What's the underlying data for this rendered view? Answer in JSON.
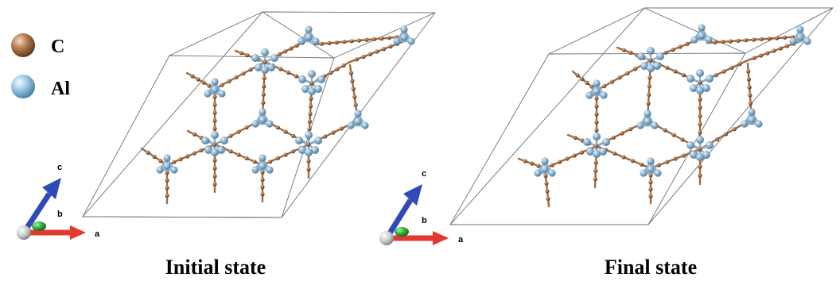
{
  "legend": {
    "items": [
      {
        "label": "C",
        "color": "#a0673f"
      },
      {
        "label": "Al",
        "color": "#8fc3e6"
      }
    ]
  },
  "panels": [
    {
      "caption": "Initial state",
      "axes": {
        "a": "a",
        "b": "b",
        "c": "c"
      }
    },
    {
      "caption": "Final state",
      "axes": {
        "a": "a",
        "b": "b",
        "c": "c"
      }
    }
  ],
  "colors": {
    "carbon": "#a0673f",
    "aluminum": "#8fc3e6",
    "axis_a": "#e23a2e",
    "axis_b": "#2aa43a",
    "axis_c": "#2f49b8",
    "cell_edge": "#6e6e6e"
  }
}
